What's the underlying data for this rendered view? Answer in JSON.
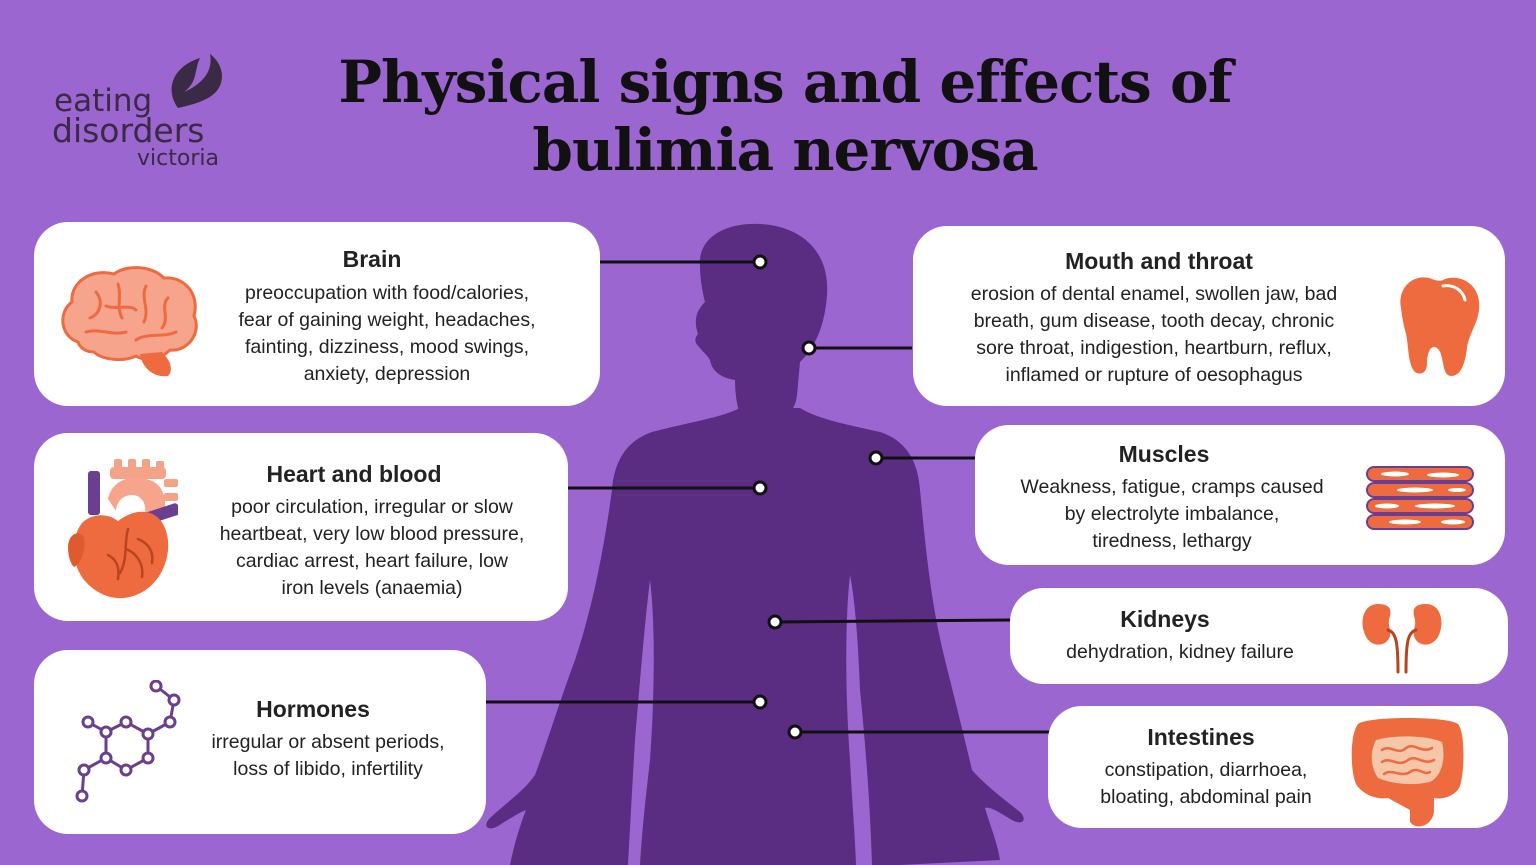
{
  "logo": {
    "line1": "eating",
    "line2": "disorders",
    "line3": "victoria"
  },
  "title": {
    "line1": "Physical signs and effects of",
    "line2": "bulimia nervosa"
  },
  "colors": {
    "background": "#9b66cf",
    "silhouette": "#5a2d82",
    "organ_orange": "#ee6a3f",
    "organ_light": "#f6a58c",
    "molecule": "#6b3f8f"
  },
  "cards": {
    "brain": {
      "title": "Brain",
      "icon": "brain-icon",
      "lines": [
        "preoccupation with food/calories,",
        "fear of gaining weight, headaches,",
        "fainting, dizziness, mood swings,",
        "anxiety, depression"
      ]
    },
    "heart": {
      "title": "Heart and blood",
      "icon": "heart-icon",
      "lines": [
        "poor circulation, irregular or slow",
        "heartbeat, very low blood pressure,",
        "cardiac arrest, heart failure, low",
        "iron levels (anaemia)"
      ]
    },
    "hormones": {
      "title": "Hormones",
      "icon": "molecule-icon",
      "lines": [
        "irregular or absent periods,",
        "loss of libido, infertility"
      ]
    },
    "mouth": {
      "title": "Mouth and throat",
      "icon": "tooth-icon",
      "lines": [
        "erosion of dental enamel, swollen jaw, bad",
        "breath, gum disease, tooth decay, chronic",
        "sore throat, indigestion, heartburn, reflux,",
        "inflamed or rupture of oesophagus"
      ]
    },
    "muscles": {
      "title": "Muscles",
      "icon": "muscle-fibre-icon",
      "lines": [
        "Weakness, fatigue, cramps caused",
        "by electrolyte imbalance,",
        "tiredness, lethargy"
      ]
    },
    "kidneys": {
      "title": "Kidneys",
      "icon": "kidneys-icon",
      "lines": [
        "dehydration, kidney failure"
      ]
    },
    "intestines": {
      "title": "Intestines",
      "icon": "intestines-icon",
      "lines": [
        "constipation, diarrhoea,",
        "bloating, abdominal pain"
      ]
    }
  }
}
